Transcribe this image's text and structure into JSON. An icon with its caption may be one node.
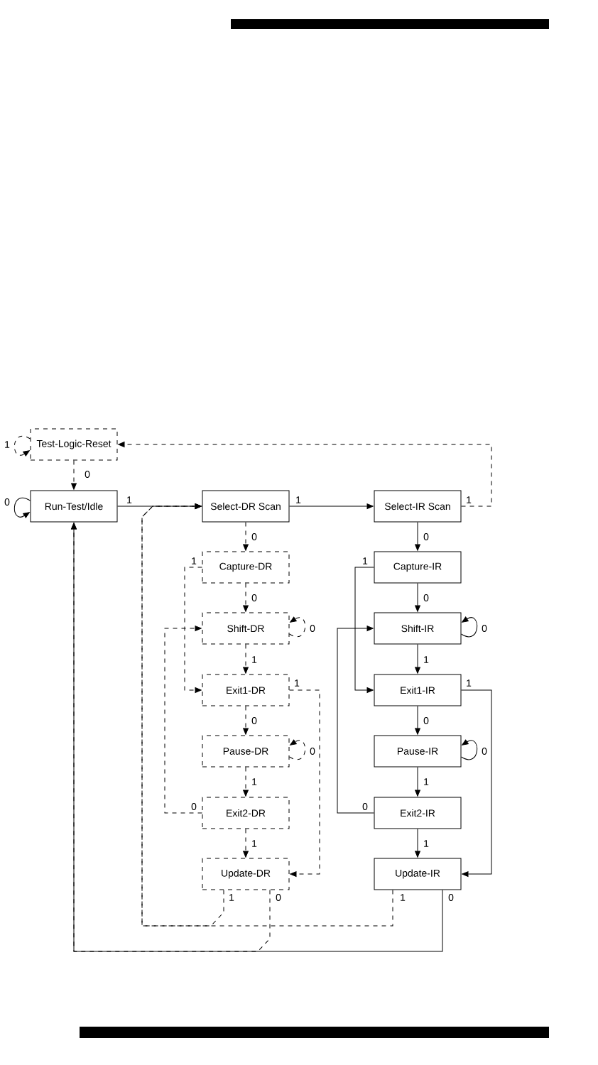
{
  "diagram": {
    "nodes": [
      {
        "text": [
          "Test-Logic-Reset"
        ]
      },
      {
        "text": [
          "Run-Test/Idle"
        ]
      },
      {
        "text": [
          "Select-DR Scan"
        ]
      },
      {
        "text": [
          "Select-IR Scan"
        ]
      },
      {
        "text": [
          "Capture-DR"
        ]
      },
      {
        "text": [
          "Capture-IR"
        ]
      },
      {
        "text": [
          "Shift-DR"
        ]
      },
      {
        "text": [
          "Shift-IR"
        ]
      },
      {
        "text": [
          "Exit1-DR"
        ]
      },
      {
        "text": [
          "Exit1-IR"
        ]
      },
      {
        "text": [
          "Pause-DR"
        ]
      },
      {
        "text": [
          "Pause-IR"
        ]
      },
      {
        "text": [
          "Exit2-DR"
        ]
      },
      {
        "text": [
          "Exit2-IR"
        ]
      },
      {
        "text": [
          "Update-DR"
        ]
      },
      {
        "text": [
          "Update-IR"
        ]
      }
    ],
    "edges": [
      {
        "from": 0,
        "to": 0,
        "arrow": "to",
        "label": "1",
        "style": "dashed"
      },
      {
        "from": 0,
        "to": 1,
        "arrow": "to",
        "label": "0",
        "style": "dashed"
      },
      {
        "from": 1,
        "to": 1,
        "arrow": "to",
        "label": "0"
      },
      {
        "from": 1,
        "to": 2,
        "arrow": "to",
        "label": "1"
      },
      {
        "from": 2,
        "to": 3,
        "arrow": "to",
        "label": "1"
      },
      {
        "from": 3,
        "to": 0,
        "arrow": "to",
        "label": "1",
        "style": "dashed"
      },
      {
        "from": 2,
        "to": 4,
        "arrow": "to",
        "label": "0",
        "style": "dashed"
      },
      {
        "from": 3,
        "to": 5,
        "arrow": "to",
        "label": "0"
      },
      {
        "from": 4,
        "to": 6,
        "arrow": "to",
        "label": "0",
        "style": "dashed"
      },
      {
        "from": 4,
        "to": 8,
        "arrow": "to",
        "label": "1",
        "style": "dashed"
      },
      {
        "from": 5,
        "to": 7,
        "arrow": "to",
        "label": "0"
      },
      {
        "from": 5,
        "to": 9,
        "arrow": "to",
        "label": "1"
      },
      {
        "from": 6,
        "to": 6,
        "arrow": "to",
        "label": "0",
        "style": "dashed"
      },
      {
        "from": 7,
        "to": 7,
        "arrow": "to",
        "label": "0"
      },
      {
        "from": 6,
        "to": 8,
        "arrow": "to",
        "label": "1",
        "style": "dashed"
      },
      {
        "from": 7,
        "to": 9,
        "arrow": "to",
        "label": "1"
      },
      {
        "from": 8,
        "to": 10,
        "arrow": "to",
        "label": "0",
        "style": "dashed"
      },
      {
        "from": 8,
        "to": 14,
        "arrow": "to",
        "label": "1",
        "style": "dashed"
      },
      {
        "from": 9,
        "to": 11,
        "arrow": "to",
        "label": "0"
      },
      {
        "from": 9,
        "to": 15,
        "arrow": "to",
        "label": "1"
      },
      {
        "from": 10,
        "to": 10,
        "arrow": "to",
        "label": "0",
        "style": "dashed"
      },
      {
        "from": 11,
        "to": 11,
        "arrow": "to",
        "label": "0"
      },
      {
        "from": 10,
        "to": 12,
        "arrow": "to",
        "label": "1",
        "style": "dashed"
      },
      {
        "from": 11,
        "to": 13,
        "arrow": "to",
        "label": "1"
      },
      {
        "from": 12,
        "to": 6,
        "arrow": "to",
        "label": "0",
        "style": "dashed"
      },
      {
        "from": 13,
        "to": 7,
        "arrow": "to",
        "label": "0"
      },
      {
        "from": 12,
        "to": 14,
        "arrow": "to",
        "label": "1",
        "style": "dashed"
      },
      {
        "from": 13,
        "to": 15,
        "arrow": "to",
        "label": "1"
      },
      {
        "from": 14,
        "to": 2,
        "arrow": "to",
        "label": "1",
        "style": "dashed"
      },
      {
        "from": 14,
        "to": 1,
        "arrow": "to",
        "label": "0",
        "style": "dashed"
      },
      {
        "from": 15,
        "to": 2,
        "arrow": "to",
        "label": "1",
        "style": "dashed"
      },
      {
        "from": 15,
        "to": 1,
        "arrow": "to",
        "label": "0"
      }
    ]
  }
}
